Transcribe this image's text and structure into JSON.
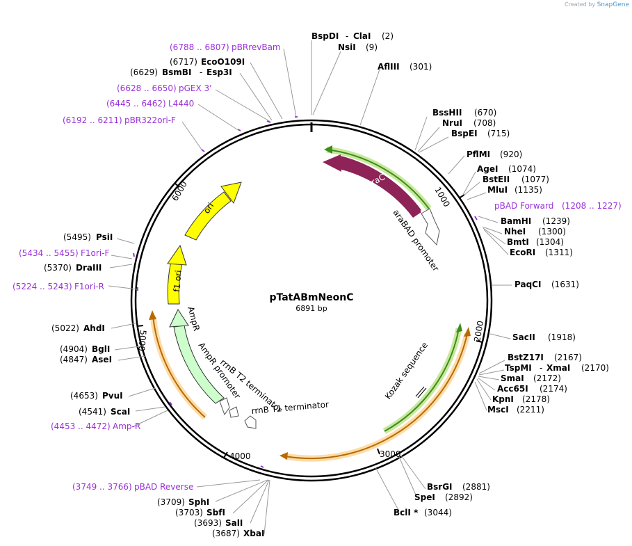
{
  "credit": {
    "prefix": "Created by",
    "brand": "SnapGene"
  },
  "plasmid": {
    "name": "pTatABmNeonC",
    "size": "6891 bp"
  },
  "ticks": [
    "1000",
    "2000",
    "3000",
    "4000",
    "5000",
    "6000"
  ],
  "features": [
    {
      "label": "araC",
      "color": "#8E2357"
    },
    {
      "label": "araBAD promoter",
      "color": "#ffffff"
    },
    {
      "label": "Kozak sequence",
      "color": "#ffffff"
    },
    {
      "label": "rrnB T1 terminator",
      "color": "#ffffff"
    },
    {
      "label": "rrnB T2 terminator",
      "color": "#ffffff"
    },
    {
      "label": "AmpR promoter",
      "color": "#ffffff"
    },
    {
      "label": "AmpR",
      "color": "#CCFFCC"
    },
    {
      "label": "f1 ori",
      "color": "#FFFF00"
    },
    {
      "label": "ori",
      "color": "#FFFF00"
    }
  ],
  "sites": [
    {
      "name": "BspDI",
      "name2": "ClaI",
      "pos": "(2)"
    },
    {
      "name": "NsiI",
      "pos": "(9)"
    },
    {
      "name": "AflIII",
      "pos": "(301)"
    },
    {
      "name": "BssHII",
      "pos": "(670)"
    },
    {
      "name": "NruI",
      "pos": "(708)"
    },
    {
      "name": "BspEI",
      "pos": "(715)"
    },
    {
      "name": "PflMI",
      "pos": "(920)"
    },
    {
      "name": "AgeI",
      "pos": "(1074)"
    },
    {
      "name": "BstEII",
      "pos": "(1077)"
    },
    {
      "name": "MluI",
      "pos": "(1135)"
    },
    {
      "name": "BamHI",
      "pos": "(1239)"
    },
    {
      "name": "NheI",
      "pos": "(1300)"
    },
    {
      "name": "BmtI",
      "pos": "(1304)"
    },
    {
      "name": "EcoRI",
      "pos": "(1311)"
    },
    {
      "name": "PaqCI",
      "pos": "(1631)"
    },
    {
      "name": "SacII",
      "pos": "(1918)"
    },
    {
      "name": "BstZ17I",
      "pos": "(2167)"
    },
    {
      "name": "TspMI",
      "name2": "XmaI",
      "pos": "(2170)"
    },
    {
      "name": "SmaI",
      "pos": "(2172)"
    },
    {
      "name": "Acc65I",
      "pos": "(2174)"
    },
    {
      "name": "KpnI",
      "pos": "(2178)"
    },
    {
      "name": "MscI",
      "pos": "(2211)"
    },
    {
      "name": "BsrGI",
      "pos": "(2881)"
    },
    {
      "name": "SpeI",
      "pos": "(2892)"
    },
    {
      "name": "BclI *",
      "pos": "(3044)"
    },
    {
      "name": "XbaI",
      "pos": "(3687)"
    },
    {
      "name": "SalI",
      "pos": "(3693)"
    },
    {
      "name": "SbfI",
      "pos": "(3703)"
    },
    {
      "name": "SphI",
      "pos": "(3709)"
    },
    {
      "name": "ScaI",
      "pos": "(4541)"
    },
    {
      "name": "PvuI",
      "pos": "(4653)"
    },
    {
      "name": "AseI",
      "pos": "(4847)"
    },
    {
      "name": "BglI",
      "pos": "(4904)"
    },
    {
      "name": "AhdI",
      "pos": "(5022)"
    },
    {
      "name": "DraIII",
      "pos": "(5370)"
    },
    {
      "name": "PsiI",
      "pos": "(5495)"
    },
    {
      "name": "BsmBI",
      "name2": "Esp3I",
      "pos": "(6629)"
    },
    {
      "name": "EcoO109I",
      "pos": "(6717)"
    }
  ],
  "primers": [
    {
      "name": "pBAD Forward",
      "range": "(1208 .. 1227)"
    },
    {
      "name": "pBAD Reverse",
      "range": "(3749 .. 3766)"
    },
    {
      "name": "Amp-R",
      "range": "(4453 .. 4472)"
    },
    {
      "name": "F1ori-R",
      "range": "(5224 .. 5243)"
    },
    {
      "name": "F1ori-F",
      "range": "(5434 .. 5455)"
    },
    {
      "name": "pBR322ori-F",
      "range": "(6192 .. 6211)"
    },
    {
      "name": "L4440",
      "range": "(6445 .. 6462)"
    },
    {
      "name": "pGEX 3'",
      "range": "(6628 .. 6650)"
    },
    {
      "name": "pBRrevBam",
      "range": "(6788 .. 6807)"
    }
  ]
}
